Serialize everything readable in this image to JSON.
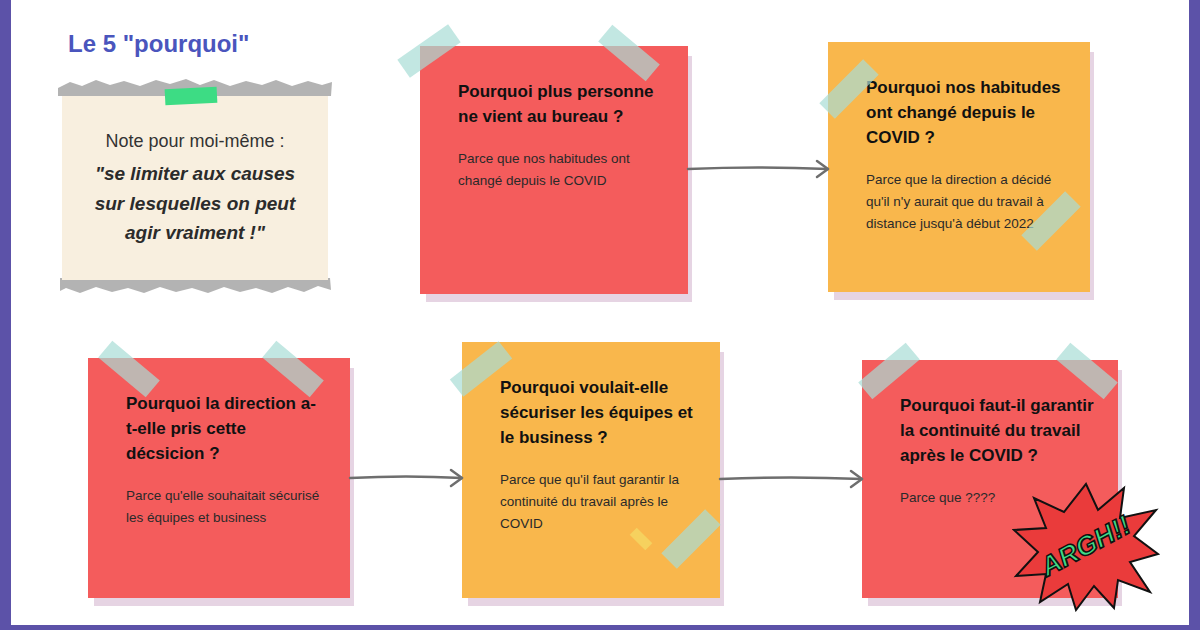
{
  "diagram": {
    "title": "Le 5 \"pourquoi\"",
    "nodes": [
      {
        "text": [
          "Note pour moi-même :",
          "\"se limiter aux causes sur lesquelles on peut agir vraiment !\""
        ]
      },
      {
        "text": [
          "Pourquoi plus personne ne vient au bureau ?",
          "Parce que nos habitudes ont changé depuis le COVID"
        ]
      },
      {
        "text": [
          "Pourquoi nos habitudes ont changé depuis le COVID ?",
          "Parce que la direction a décidé qu'il n'y aurait que du travail à distance jusqu'à début 2022"
        ]
      },
      {
        "text": [
          "Pourquoi la direction a-t-elle pris cette décsicion ?",
          "Parce qu'elle souhaitait sécurisé les équipes et business"
        ]
      },
      {
        "text": [
          "Pourquoi voulait-elle sécuriser les équipes et le business ?",
          "Parce que qu'il faut garantir la continuité du travail après le COVID"
        ]
      },
      {
        "text": [
          "Pourquoi faut-il garantir la continuité du travail après le COVID ?",
          "Parce que ????"
        ]
      },
      {
        "text": [
          "ARGH!!"
        ]
      }
    ],
    "edges": [
      {
        "from": 1,
        "to": 2,
        "arrow": "to"
      },
      {
        "from": 3,
        "to": 4,
        "arrow": "to"
      },
      {
        "from": 4,
        "to": 5,
        "arrow": "to"
      }
    ]
  }
}
